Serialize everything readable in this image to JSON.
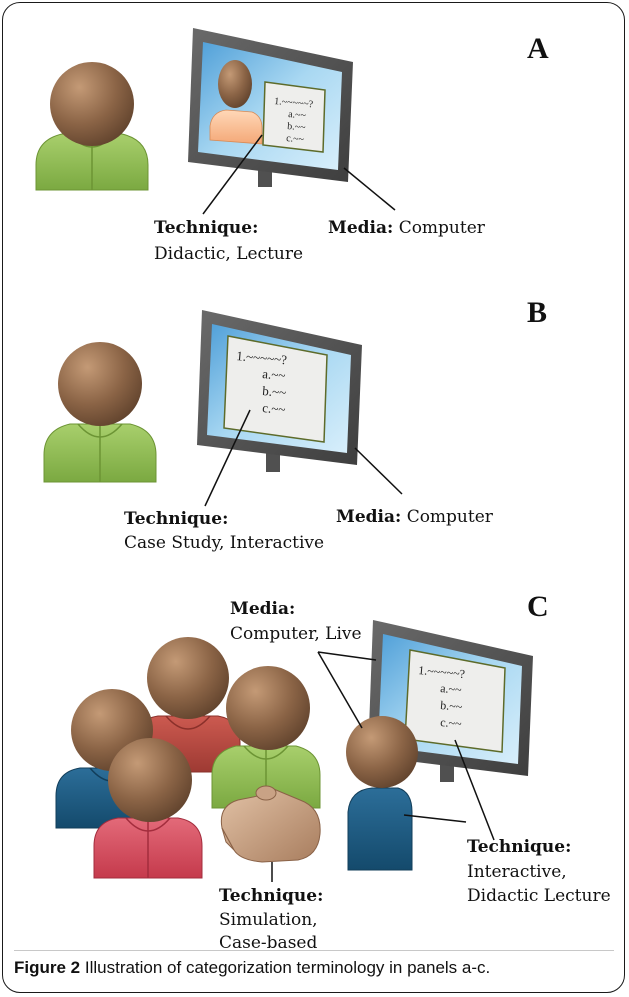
{
  "panels": [
    {
      "letter": "A",
      "technique_label": "Technique:",
      "technique_value": "Didactic, Lecture",
      "media_label": "Media:",
      "media_value": "Computer",
      "screen_lines": [
        "1.~~~~~?",
        "a.~~",
        "b.~~",
        "c.~~"
      ]
    },
    {
      "letter": "B",
      "technique_label": "Technique:",
      "technique_value": "Case Study, Interactive",
      "media_label": "Media:",
      "media_value": "Computer",
      "screen_lines": [
        "1.~~~~~?",
        "a.~~",
        "b.~~",
        "c.~~"
      ]
    },
    {
      "letter": "C",
      "media_label": "Media:",
      "media_value": "Computer, Live",
      "technique_right_label": "Technique:",
      "technique_right_line1": "Interactive,",
      "technique_right_line2": "Didactic Lecture",
      "technique_bottom_label": "Technique:",
      "technique_bottom_line1": "Simulation,",
      "technique_bottom_line2": "Case-based",
      "screen_lines": [
        "1.~~~~~?",
        "a.~~",
        "b.~~",
        "c.~~"
      ]
    }
  ],
  "caption": {
    "label": "Figure 2",
    "text": "Illustration of categorization terminology in panels a-c."
  },
  "colors": {
    "head": "#8b6446",
    "green_body": "#8dbb55",
    "red_body": "#d34a5c",
    "dark_red_body": "#b8463f",
    "blue_body": "#1d5c84",
    "monitor_frame": "#5a5a5a",
    "screen": "#9fd0ee",
    "paper": "#ececec",
    "paper_border": "#5d6b2a"
  }
}
